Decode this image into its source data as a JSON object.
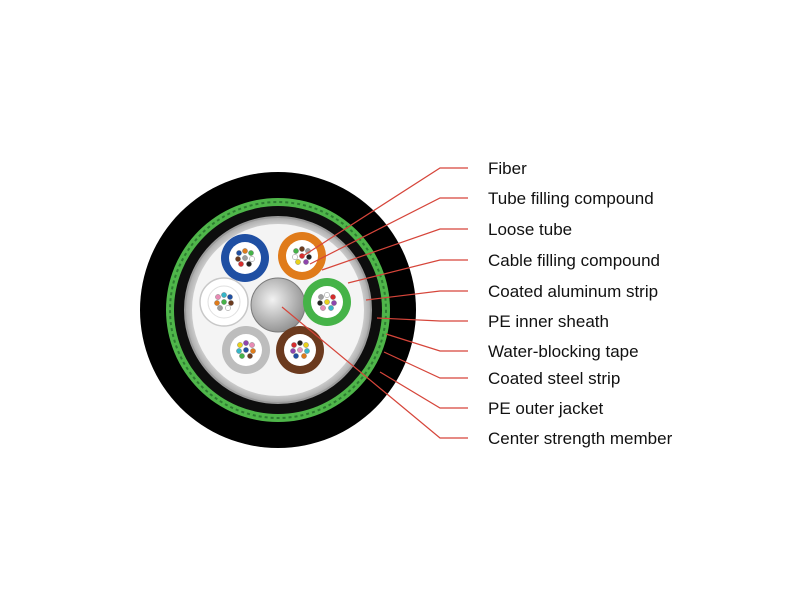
{
  "colors": {
    "leader": "#d6453a",
    "outer_jacket": "#000000",
    "steel_strip": "#1a1a1a",
    "water_blocking_tape": "#4fb64a",
    "inner_sheath": "#0d0d0d",
    "aluminum_strip": "#d9d9d9",
    "filling_compound": "#f4f4f4",
    "center_member": "#b0b0b0"
  },
  "tubes": [
    {
      "name": "blue",
      "color": "#1f4fa3"
    },
    {
      "name": "orange",
      "color": "#e07b1a"
    },
    {
      "name": "green",
      "color": "#45b348"
    },
    {
      "name": "brown",
      "color": "#6b3a1e"
    },
    {
      "name": "slate",
      "color": "#bdbdbd"
    },
    {
      "name": "white",
      "color": "#ffffff"
    }
  ],
  "labels": [
    {
      "text": "Fiber",
      "icon": "fiber"
    },
    {
      "text": "Tube filling compound",
      "icon": "tube-filling-compound"
    },
    {
      "text": "Loose tube",
      "icon": "loose-tube"
    },
    {
      "text": "Cable filling compound",
      "icon": "cable-filling-compound"
    },
    {
      "text": "Coated aluminum strip",
      "icon": "coated-aluminum-strip"
    },
    {
      "text": "PE inner sheath",
      "icon": "pe-inner-sheath"
    },
    {
      "text": "Water-blocking tape",
      "icon": "water-blocking-tape"
    },
    {
      "text": "Coated steel strip",
      "icon": "coated-steel-strip"
    },
    {
      "text": "PE outer jacket",
      "icon": "pe-outer-jacket"
    },
    {
      "text": "Center strength member",
      "icon": "center-strength-member"
    }
  ]
}
